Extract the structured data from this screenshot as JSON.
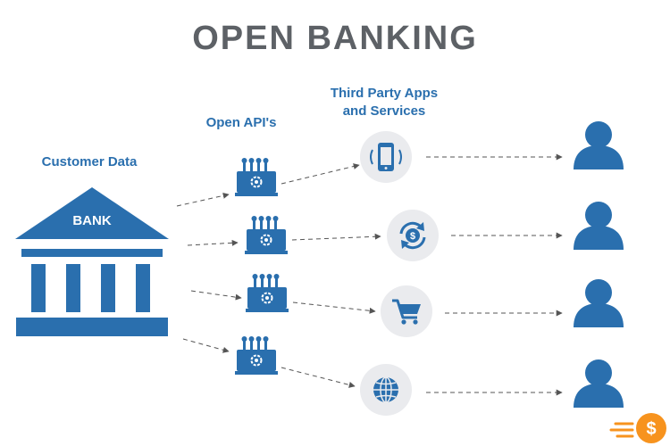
{
  "title": "OPEN BANKING",
  "labels": {
    "customer_data": "Customer Data",
    "open_apis": "Open API's",
    "third_party_line1": "Third Party Apps",
    "third_party_line2": "and Services",
    "bank": "BANK"
  },
  "services": [
    {
      "icon": "smartphone-icon"
    },
    {
      "icon": "currency-exchange-icon"
    },
    {
      "icon": "shopping-cart-icon"
    },
    {
      "icon": "globe-icon"
    }
  ],
  "colors": {
    "primary": "#2a6fae",
    "title": "#5d6166",
    "circle": "#eaebee",
    "arrow": "#555555",
    "logo": "#f7931e"
  }
}
